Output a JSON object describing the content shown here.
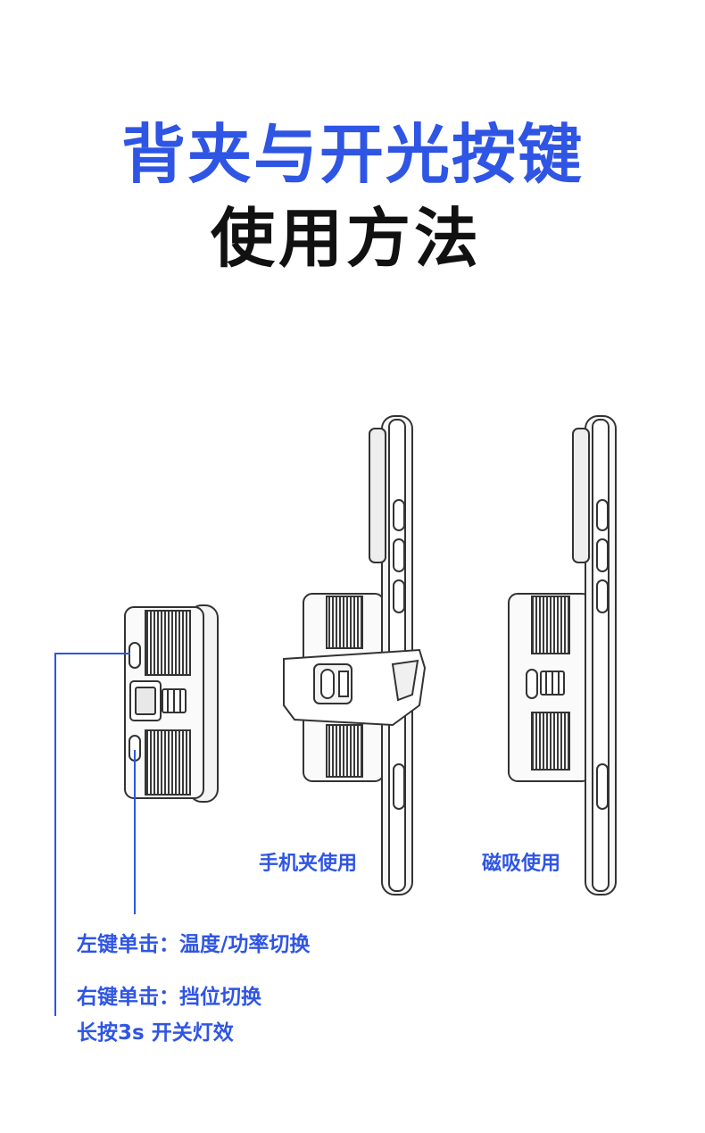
{
  "header": {
    "title_line1": "背夹与开光按键",
    "title_line2": "使用方法"
  },
  "captions": {
    "clip_use": "手机夹使用",
    "magnetic_use": "磁吸使用"
  },
  "notes": {
    "left_key": "左键单击：温度/功率切换",
    "right_key": "右键单击：挡位切换",
    "long_press": "长按3s 开关灯效"
  },
  "colors": {
    "accent": "#2f55e4",
    "heading": "#111111",
    "line_art": "#333333"
  }
}
